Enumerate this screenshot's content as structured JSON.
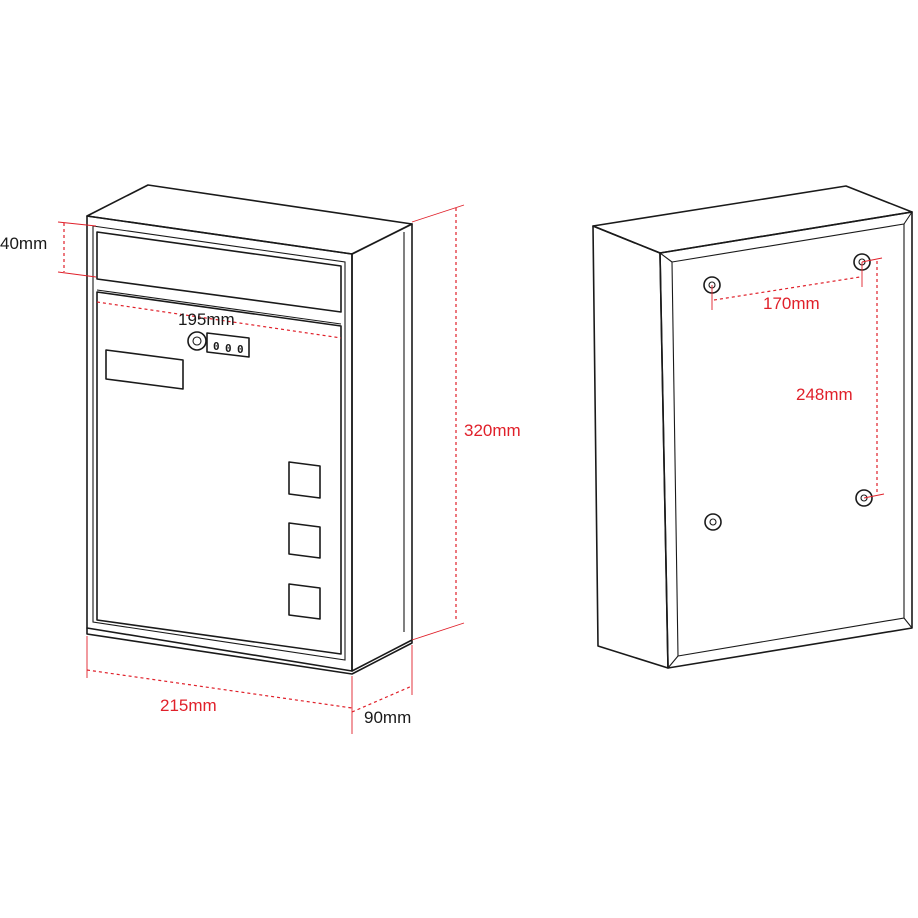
{
  "dimensions": {
    "slot_height": "40mm",
    "door_width": "195mm",
    "height": "320mm",
    "width": "215mm",
    "depth": "90mm",
    "hole_horizontal_spacing": "170mm",
    "hole_vertical_spacing": "248mm"
  },
  "lock": {
    "digits": [
      "0",
      "0",
      "0"
    ]
  },
  "colors": {
    "dimension": "#e0202a",
    "outline": "#1a1a1a"
  }
}
